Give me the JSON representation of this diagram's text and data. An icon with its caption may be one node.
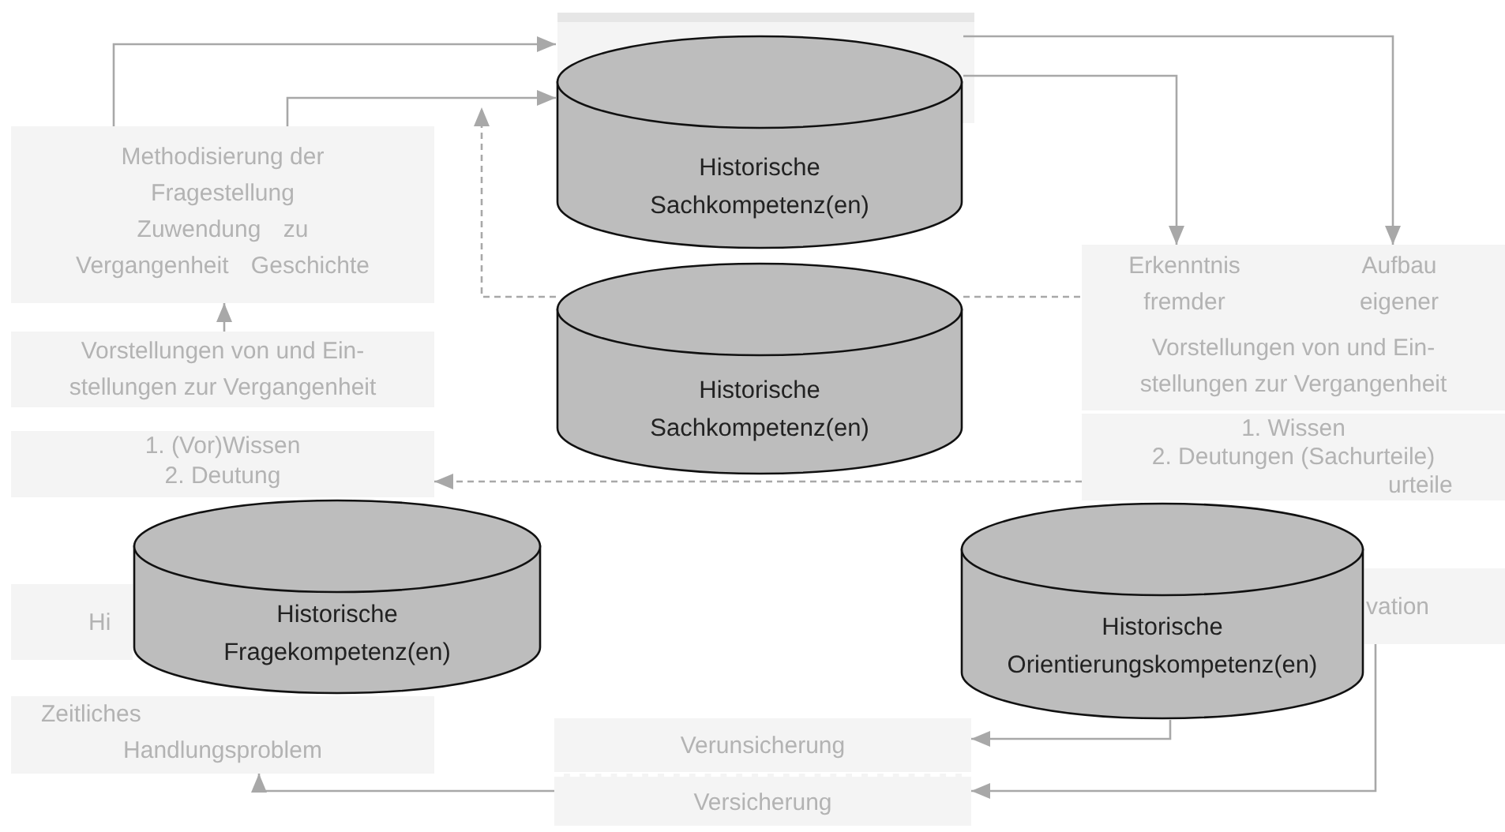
{
  "diagram": {
    "nodes": [
      {
        "text": [
          "Historische Sachkompetenz(en)"
        ]
      },
      {
        "text": [
          "Historische Sachkompetenz(en)"
        ]
      },
      {
        "text": [
          "Historische Fragekompetenz(en)"
        ]
      },
      {
        "text": [
          "Historische Orientierungskompetenz(en)"
        ]
      },
      {
        "text": [
          "Methodisierung der Fragestellung",
          "Zuwendung zu Vergangenheit Geschichte"
        ]
      },
      {
        "text": [
          "Vorstellungen von und Ein- stellungen zur Vergangenheit"
        ]
      },
      {
        "text": [
          "1. (Vor)Wissen",
          "2. Deutung"
        ]
      },
      {
        "text": [
          "Hi"
        ]
      },
      {
        "text": [
          "Zeitliches",
          "Handlungsproblem"
        ]
      },
      {
        "text": [
          "Vorstellungen von und Ein- stellungen zur Vergangenheit"
        ]
      },
      {
        "text": [
          "Erkenntnis fremder"
        ],
        "in": 9
      },
      {
        "text": [
          "Aufbau eigener"
        ],
        "in": 9
      },
      {
        "text": [
          "1. Wissen",
          "2. Deutungen (Sachurteile)",
          "urteile"
        ]
      },
      {
        "text": [
          "vation"
        ]
      },
      {
        "text": [
          "Verunsicherung"
        ]
      },
      {
        "text": [
          "Versicherung"
        ]
      }
    ],
    "edges": [
      {
        "from": 4,
        "to": 0,
        "arrow": "to"
      },
      {
        "from": 4,
        "to": 0,
        "arrow": "to"
      },
      {
        "from": 1,
        "to": null,
        "arrow": "to",
        "style": "dashed"
      },
      {
        "from": 1,
        "to": 9,
        "arrow": "none",
        "style": "dashed"
      },
      {
        "from": 5,
        "to": 4,
        "arrow": "to"
      },
      {
        "from": 0,
        "to": 10,
        "arrow": "to"
      },
      {
        "from": 0,
        "to": 11,
        "arrow": "to"
      },
      {
        "from": 12,
        "to": 6,
        "arrow": "to",
        "style": "dashed"
      },
      {
        "from": 3,
        "to": 14,
        "arrow": "to"
      },
      {
        "from": 13,
        "to": 15,
        "arrow": "to"
      },
      {
        "from": 15,
        "to": 8,
        "arrow": "to"
      }
    ]
  }
}
